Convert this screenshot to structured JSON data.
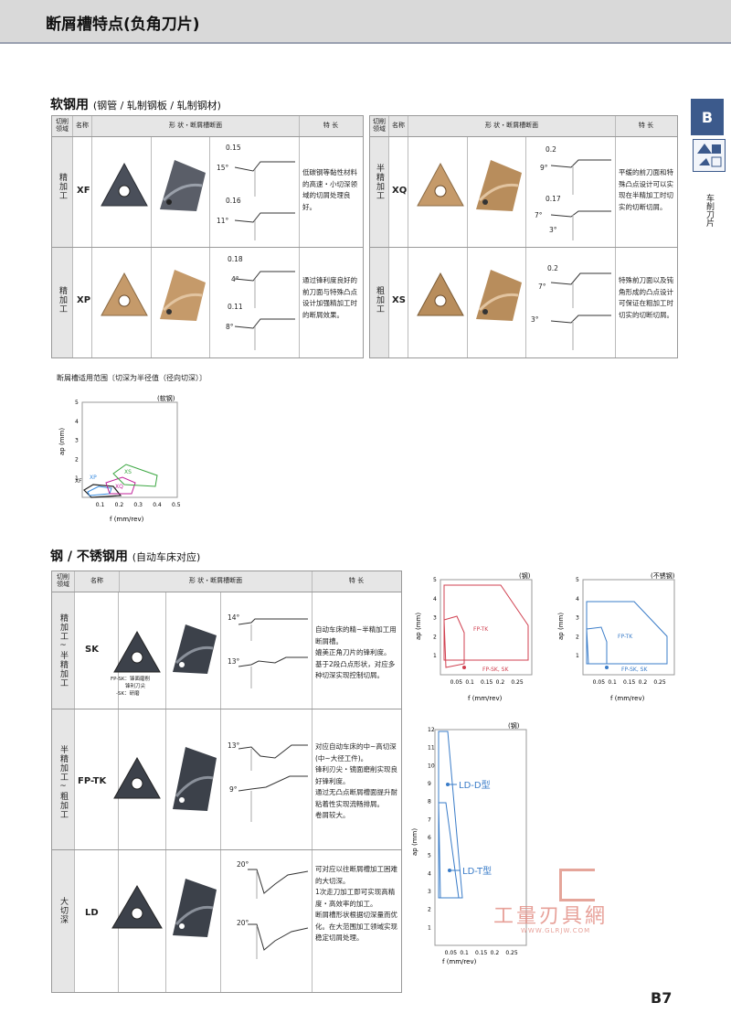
{
  "header": {
    "title": "断屑槽特点(负角刀片)"
  },
  "side_tab": {
    "letter": "B",
    "label": "车削刀片"
  },
  "section1": {
    "title": "软钢用",
    "subtitle": "(钢管 / 轧制钢板 / 轧制钢材)",
    "columns": {
      "field": "切削\n领域",
      "name": "名称",
      "shape": "形  状・断屑槽断面",
      "feature": "特    长"
    },
    "left_rows": [
      {
        "cat": "精加工",
        "code": "XF",
        "feature": "低碳钢等黏性材料的高速・小切深领域的切屑处理良好。",
        "dims": [
          "0.15",
          "15°",
          "0.16",
          "11°"
        ]
      },
      {
        "cat": "精加工",
        "code": "XP",
        "feature": "通过锋利度良好的前刀面与特殊凸点设计加强精加工时的断屑效果。",
        "dims": [
          "0.18",
          "4°",
          "0.11",
          "8°"
        ]
      }
    ],
    "right_rows": [
      {
        "cat": "半精加工",
        "code": "XQ",
        "feature": "平缓的前刀面和特殊凸点设计可以实现在半精加工时切实的切断切屑。",
        "dims": [
          "0.2",
          "9°",
          "0.17",
          "7°",
          "3°"
        ]
      },
      {
        "cat": "粗加工",
        "code": "XS",
        "feature": "特殊前刀面以及钝角形成的凸点设计可保证在粗加工时切实的切断切屑。",
        "dims": [
          "0.2",
          "7°",
          "3°"
        ]
      }
    ]
  },
  "chart1_caption": "断屑槽适用范围〔切深为半径值（径向切深）〕",
  "section2": {
    "title": "钢 / 不锈钢用",
    "subtitle": "(自动车床对应)",
    "columns": {
      "field": "切削\n领域",
      "name": "名称",
      "shape": "形  状・断屑槽断面",
      "feature": "特    长"
    },
    "rows": [
      {
        "cat": "精加工~半精加工",
        "code": "SK",
        "note1": "FP-SK：锋面磨削",
        "note2": "锋利刀尖",
        "note3": "-SK：研磨",
        "angles": [
          "14°",
          "13°"
        ],
        "feature": "自动车床的精~半精加工用断屑槽。\n媲美正角刀片的锋利度。\n基于2段凸点形状，对应多种切深实现控制切屑。"
      },
      {
        "cat": "半精加工~粗加工",
        "code": "FP-TK",
        "angles": [
          "13°",
          "9°"
        ],
        "feature": "对应自动车床的中~高切深(中~大径工件)。\n锋利刃尖・镜面磨削实现良好锋利度。\n通过无凸点断屑槽面提升耐粘着性实现流畅排屑。\n卷屑较大。"
      },
      {
        "cat": "大切深",
        "code": "LD",
        "angles": [
          "20°",
          "20°"
        ],
        "feature": "可对应以往断屑槽加工困难的大切深。\n1次走刀加工即可实现高精度・高效率的加工。\n断屑槽形状根据切深量而优化。在大范围加工领域实现稳定切屑处理。"
      }
    ]
  },
  "watermark": {
    "main": "工量刃具網",
    "sub": "WWW.GLRJW.COM"
  },
  "page_number": "B7",
  "chart_data": [
    {
      "type": "line",
      "title": "(软钢)",
      "xlabel": "f (mm/rev)",
      "ylabel": "ap (mm)",
      "xticks": [
        "0.1",
        "0.2",
        "0.3",
        "0.4",
        "0.5"
      ],
      "yticks": [
        "1",
        "2",
        "3",
        "4",
        "5"
      ],
      "xlim": [
        0,
        0.5
      ],
      "ylim": [
        0,
        5
      ],
      "series": [
        {
          "name": "XF",
          "color": "#222222"
        },
        {
          "name": "XP",
          "color": "#3a8de0"
        },
        {
          "name": "XQ",
          "color": "#c0209a"
        },
        {
          "name": "XS",
          "color": "#3aa640"
        }
      ]
    },
    {
      "type": "line",
      "title": "(钢)",
      "xlabel": "f (mm/rev)",
      "ylabel": "ap (mm)",
      "xticks": [
        "0.05",
        "0.1",
        "0.15",
        "0.2",
        "0.25"
      ],
      "yticks": [
        "1",
        "2",
        "3",
        "4",
        "5"
      ],
      "xlim": [
        0,
        0.3
      ],
      "ylim": [
        0,
        5
      ],
      "series": [
        {
          "name": "FP-TK",
          "color": "#d04050"
        },
        {
          "name": "FP-SK, SK",
          "color": "#d04050"
        }
      ]
    },
    {
      "type": "line",
      "title": "(不锈钢)",
      "xlabel": "f (mm/rev)",
      "ylabel": "ap (mm)",
      "xticks": [
        "0.05",
        "0.1",
        "0.15",
        "0.2",
        "0.25"
      ],
      "yticks": [
        "1",
        "2",
        "3",
        "4",
        "5"
      ],
      "xlim": [
        0,
        0.3
      ],
      "ylim": [
        0,
        5
      ],
      "series": [
        {
          "name": "FP-TK",
          "color": "#3a7cc8"
        },
        {
          "name": "FP-SK, SK",
          "color": "#3a7cc8"
        }
      ]
    },
    {
      "type": "line",
      "title": "(钢)",
      "xlabel": "f (mm/rev)",
      "ylabel": "ap (mm)",
      "xticks": [
        "0.05",
        "0.1",
        "0.15",
        "0.2",
        "0.25"
      ],
      "yticks": [
        "1",
        "2",
        "3",
        "4",
        "5",
        "6",
        "7",
        "8",
        "9",
        "10",
        "11",
        "12"
      ],
      "xlim": [
        0,
        0.3
      ],
      "ylim": [
        0,
        12
      ],
      "series": [
        {
          "name": "LD-D型",
          "color": "#3a7cc8"
        },
        {
          "name": "LD-T型",
          "color": "#3a7cc8"
        }
      ]
    }
  ]
}
